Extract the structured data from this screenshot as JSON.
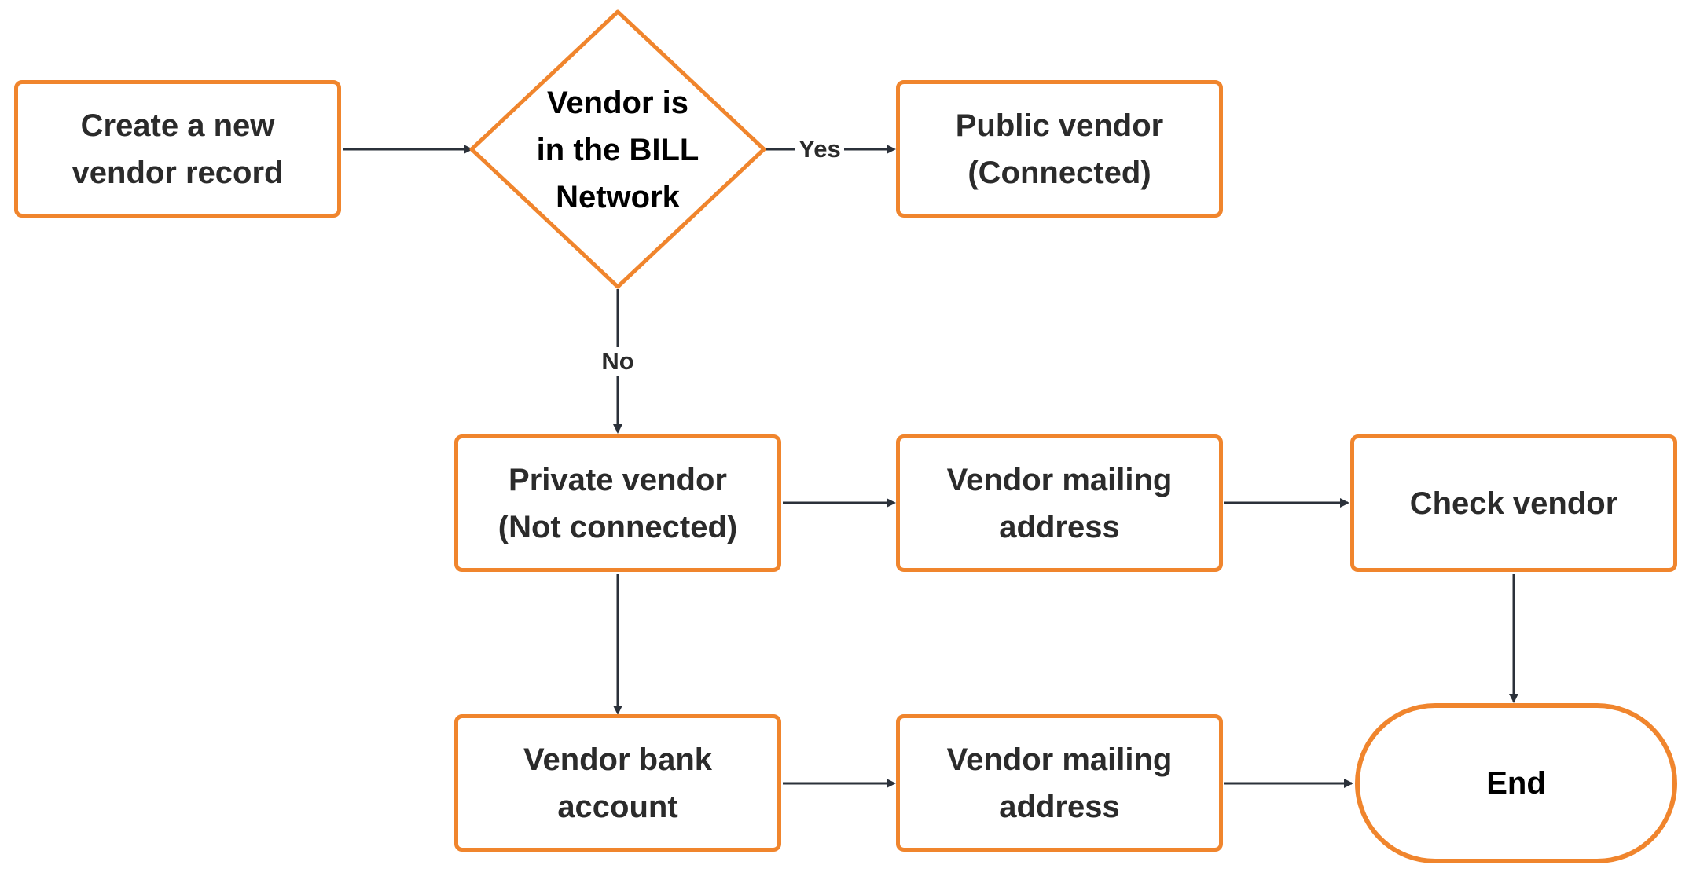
{
  "nodes": {
    "create_record": "Create a new\nvendor record",
    "decision": "Vendor is\nin the BILL\nNetwork",
    "public_vendor": "Public vendor\n(Connected)",
    "private_vendor": "Private vendor\n(Not connected)",
    "mailing_address_top": "Vendor mailing\naddress",
    "check_vendor": "Check vendor",
    "bank_account": "Vendor bank\naccount",
    "mailing_address_bottom": "Vendor mailing\naddress",
    "end": "End"
  },
  "edges": {
    "yes": "Yes",
    "no": "No"
  },
  "colors": {
    "node_border": "#f0852d",
    "arrow": "#2b313a",
    "text": "#2b2b2b"
  }
}
